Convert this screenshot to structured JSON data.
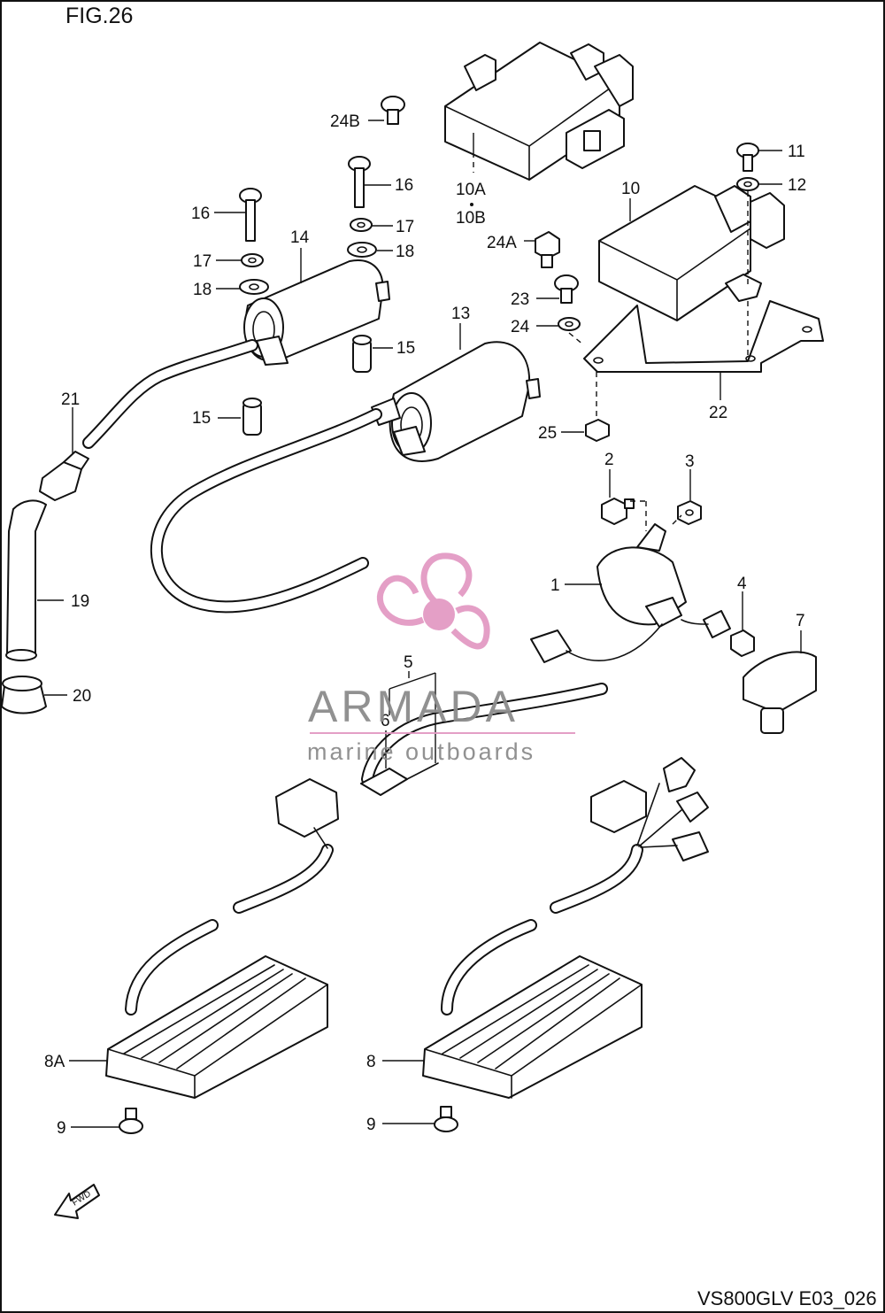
{
  "figure": {
    "title": "FIG.26",
    "code": "VS800GLV E03_026"
  },
  "callouts": [
    {
      "id": "c-24B",
      "text": "24B"
    },
    {
      "id": "c-16a",
      "text": "16"
    },
    {
      "id": "c-16b",
      "text": "16"
    },
    {
      "id": "c-17a",
      "text": "17"
    },
    {
      "id": "c-17b",
      "text": "17"
    },
    {
      "id": "c-18a",
      "text": "18"
    },
    {
      "id": "c-18b",
      "text": "18"
    },
    {
      "id": "c-14",
      "text": "14"
    },
    {
      "id": "c-10A",
      "text": "10A"
    },
    {
      "id": "c-10B",
      "text": "10B"
    },
    {
      "id": "c-10",
      "text": "10"
    },
    {
      "id": "c-11",
      "text": "11"
    },
    {
      "id": "c-12",
      "text": "12"
    },
    {
      "id": "c-24A",
      "text": "24A"
    },
    {
      "id": "c-23",
      "text": "23"
    },
    {
      "id": "c-24",
      "text": "24"
    },
    {
      "id": "c-13",
      "text": "13"
    },
    {
      "id": "c-15a",
      "text": "15"
    },
    {
      "id": "c-15b",
      "text": "15"
    },
    {
      "id": "c-21",
      "text": "21"
    },
    {
      "id": "c-22",
      "text": "22"
    },
    {
      "id": "c-25",
      "text": "25"
    },
    {
      "id": "c-2",
      "text": "2"
    },
    {
      "id": "c-3",
      "text": "3"
    },
    {
      "id": "c-1",
      "text": "1"
    },
    {
      "id": "c-4",
      "text": "4"
    },
    {
      "id": "c-19",
      "text": "19"
    },
    {
      "id": "c-7",
      "text": "7"
    },
    {
      "id": "c-5",
      "text": "5"
    },
    {
      "id": "c-6",
      "text": "6"
    },
    {
      "id": "c-20",
      "text": "20"
    },
    {
      "id": "c-8A",
      "text": "8A"
    },
    {
      "id": "c-8",
      "text": "8"
    },
    {
      "id": "c-9a",
      "text": "9"
    },
    {
      "id": "c-9b",
      "text": "9"
    }
  ],
  "fwd_arrow": {
    "text": "FWD"
  },
  "watermark": {
    "brand": "ARMADA",
    "tagline": "marine outboards",
    "color": "#e39ac4"
  },
  "colors": {
    "line": "#111111",
    "background": "#ffffff"
  }
}
